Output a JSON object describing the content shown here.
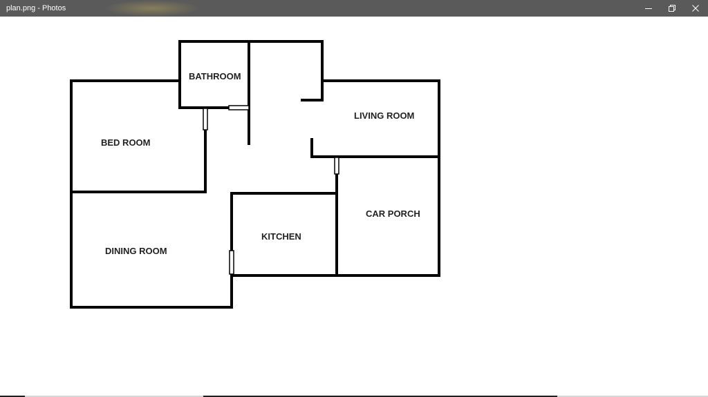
{
  "window": {
    "title": "plan.png - Photos",
    "controls": {
      "minimize_icon": "minimize-icon",
      "restore_icon": "restore-icon",
      "close_icon": "close-icon"
    },
    "titlebar_color": "#5a5a5a"
  },
  "floor_plan": {
    "wall_color": "#000000",
    "rooms": {
      "bathroom": "BATHROOM",
      "living_room": "LIVING ROOM",
      "bed_room": "BED ROOM",
      "car_porch": "CAR PORCH",
      "kitchen": "KITCHEN",
      "dining_room": "DINING ROOM"
    }
  }
}
